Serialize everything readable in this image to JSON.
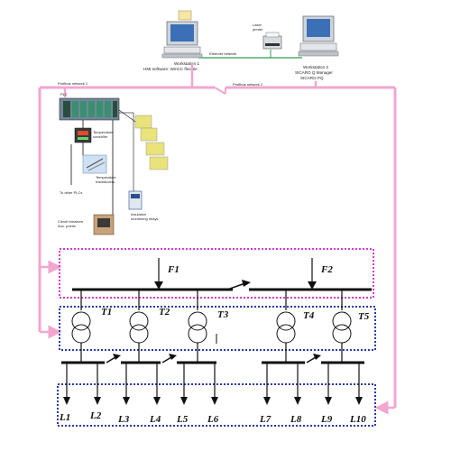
{
  "network": {
    "ws1_title": "Workstation 1",
    "ws1_sub": "HMI software: WinCC flexible",
    "ws2_title": "Workstation 2",
    "ws2_sub1": "SICARO Q Manager",
    "ws2_sub2": "SICARO PQ",
    "printer_line1": "Laser",
    "printer_line2": "printer",
    "ethernet": "Ethernet network",
    "profibus1": "Profibus network 1",
    "profibus2": "Profibus network 2",
    "plc": "PLC",
    "temp_ctrl_line1": "Temperature",
    "temp_ctrl_line2": "controller",
    "temp_trans_line1": "Temperature",
    "temp_trans_line2": "transducers",
    "other_plcs": "To other PLCs",
    "breakers_line1": "Circuit breakers",
    "breakers_line2": "Aux. points",
    "insulation_line1": "Insulation",
    "insulation_line2": "monitoring relays"
  },
  "feeders": [
    "F1",
    "F2"
  ],
  "transformers": [
    "T1",
    "T2",
    "T3",
    "T4",
    "T5"
  ],
  "loads": [
    "L1",
    "L2",
    "L3",
    "L4",
    "L5",
    "L6",
    "L7",
    "L8",
    "L9",
    "L10"
  ],
  "colors": {
    "profibus": "#f2a6cf",
    "ethernet": "#2e9e57",
    "feeder_box": "#d63bd1",
    "transformer_box": "#2a3aa8",
    "load_box": "#2a3aa8",
    "bus": "#111111"
  }
}
